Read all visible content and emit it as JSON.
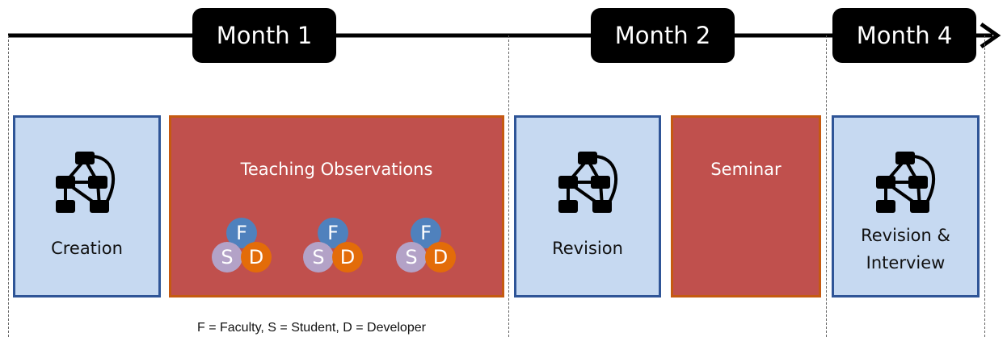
{
  "timeline": {
    "months": [
      "Month 1",
      "Month 2",
      "Month 4"
    ]
  },
  "boxes": [
    {
      "label": "Creation",
      "color": "#c6d9f1",
      "icon": "network-icon"
    },
    {
      "label": "Teaching Observations",
      "color": "#c0504d"
    },
    {
      "label": "Revision",
      "color": "#c6d9f1",
      "icon": "network-icon"
    },
    {
      "label": "Seminar",
      "color": "#c0504d"
    },
    {
      "label_line1": "Revision &",
      "label_line2": "Interview",
      "color": "#c6d9f1",
      "icon": "network-icon"
    }
  ],
  "observers": {
    "letters": {
      "f": "F",
      "s": "S",
      "d": "D"
    },
    "colors": {
      "f": "#4f81bd",
      "s": "#b3a2c7",
      "d": "#e36c09"
    }
  },
  "legend": "F = Faculty, S = Student, D = Developer"
}
